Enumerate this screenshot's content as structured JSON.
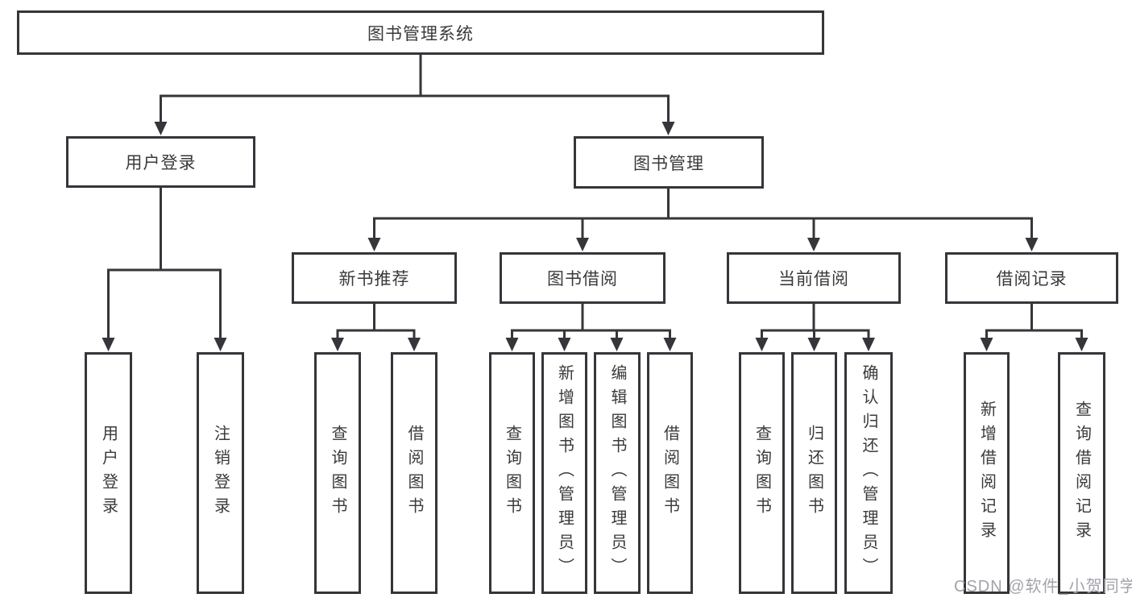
{
  "diagram": {
    "title": "图书管理系统",
    "type": "hierarchy-tree",
    "colors": {
      "background": "#ffffff",
      "line": "#35353a",
      "box_border": "#35353a",
      "text": "#3a3a3a",
      "watermark": "#a2a2ab"
    },
    "tree": {
      "root": {
        "label": "图书管理系统"
      },
      "branches": [
        {
          "label": "用户登录",
          "children": [
            {
              "label": "用户登录"
            },
            {
              "label": "注销登录"
            }
          ]
        },
        {
          "label": "图书管理",
          "children": [
            {
              "label": "新书推荐",
              "children": [
                {
                  "label": "查询图书"
                },
                {
                  "label": "借阅图书"
                }
              ]
            },
            {
              "label": "图书借阅",
              "children": [
                {
                  "label": "查询图书"
                },
                {
                  "label": "新增图书（管理员）"
                },
                {
                  "label": "编辑图书（管理员）"
                },
                {
                  "label": "借阅图书"
                }
              ]
            },
            {
              "label": "当前借阅",
              "children": [
                {
                  "label": "查询图书"
                },
                {
                  "label": "归还图书"
                },
                {
                  "label": "确认归还（管理员）"
                }
              ]
            },
            {
              "label": "借阅记录",
              "children": [
                {
                  "label": "新增借阅记录"
                },
                {
                  "label": "查询借阅记录"
                }
              ]
            }
          ]
        }
      ]
    },
    "watermark": "CSDN @软件_小贺同学"
  }
}
